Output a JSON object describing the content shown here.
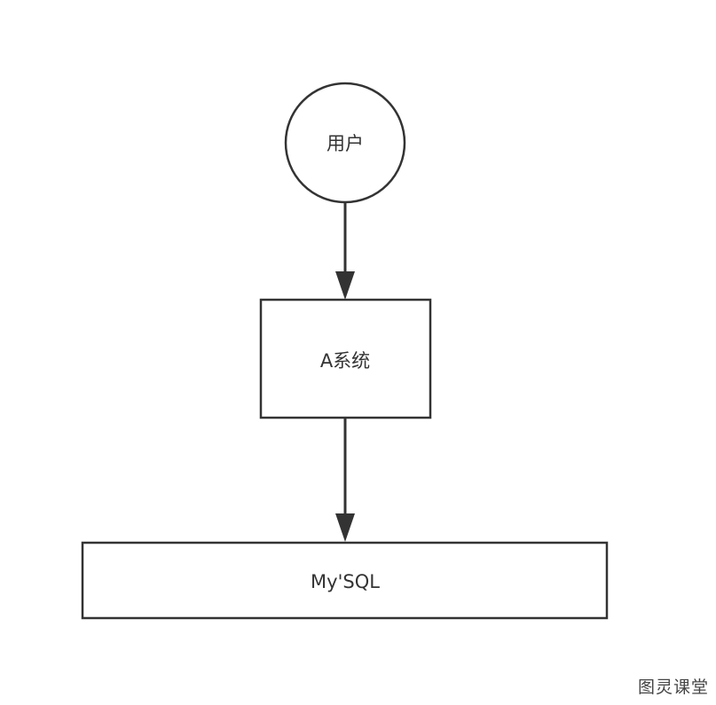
{
  "diagram": {
    "nodes": {
      "user": {
        "label": "用户",
        "shape": "circle"
      },
      "system": {
        "label": "A系统",
        "shape": "rectangle"
      },
      "database": {
        "label": "My'SQL",
        "shape": "rectangle"
      }
    },
    "edges": [
      {
        "from": "user",
        "to": "system"
      },
      {
        "from": "system",
        "to": "database"
      }
    ]
  },
  "watermark": "图灵课堂",
  "colors": {
    "stroke": "#333333",
    "text": "#333333",
    "background": "#ffffff"
  }
}
